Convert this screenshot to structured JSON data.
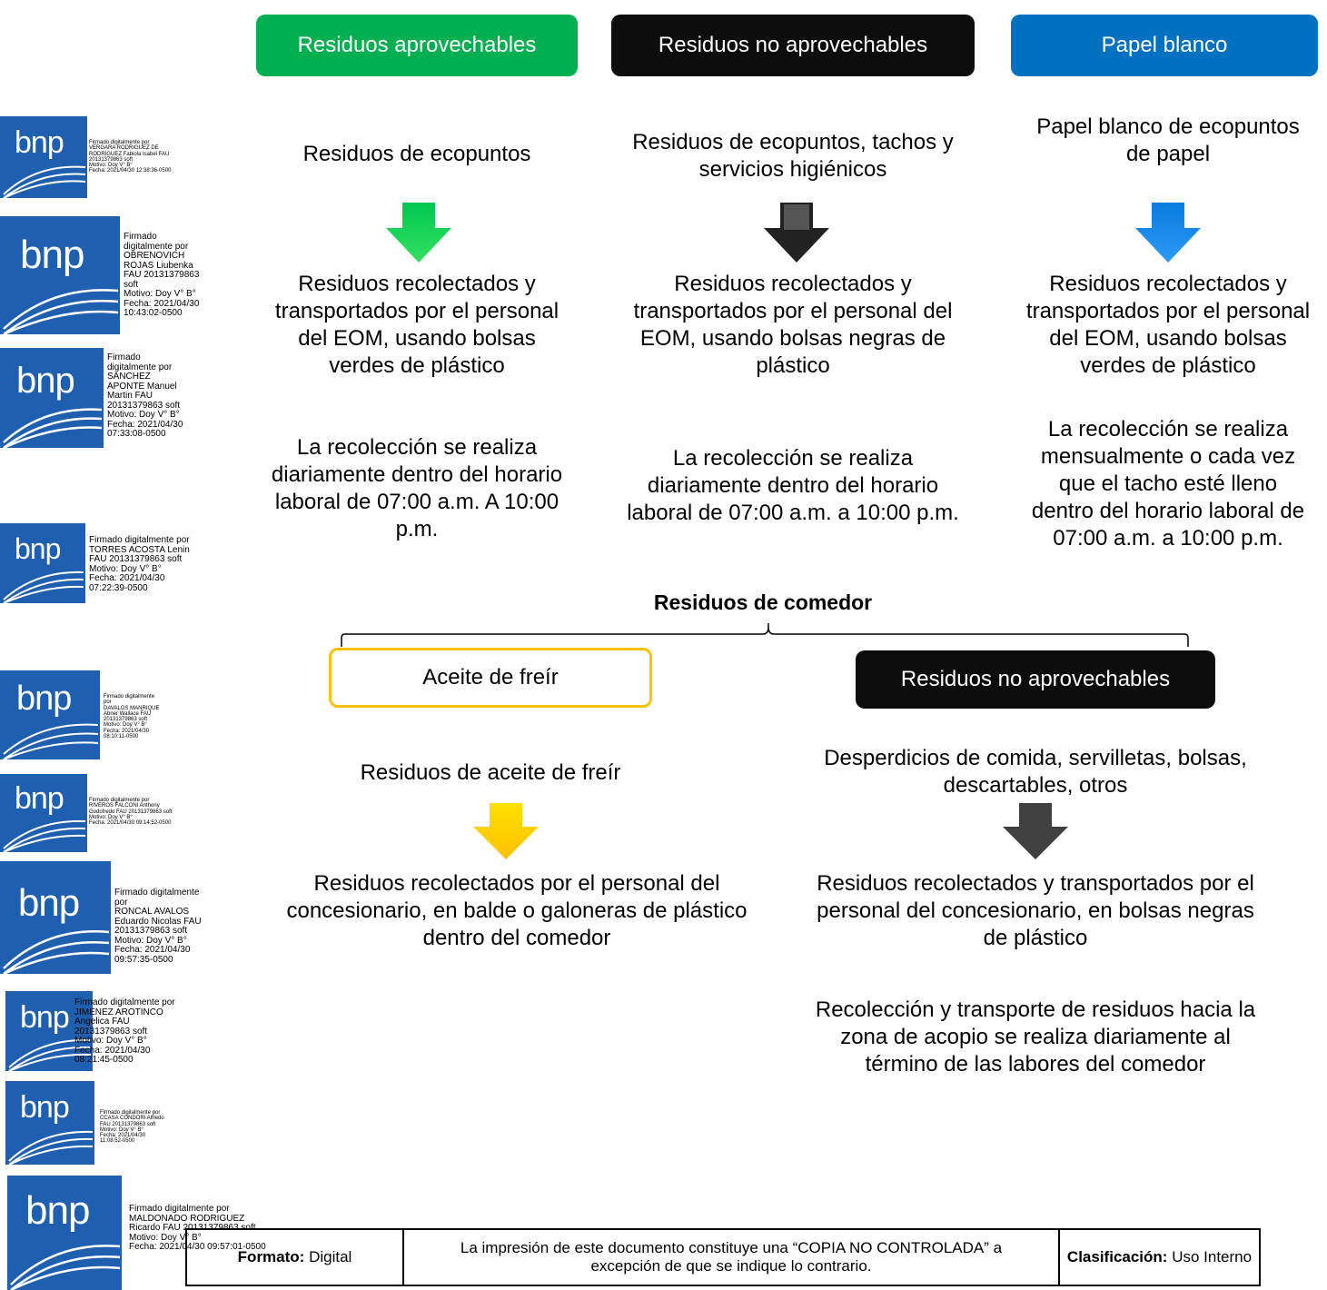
{
  "headers": {
    "green": "Residuos aprovechables",
    "black": "Residuos no aprovechables",
    "blue": "Papel blanco"
  },
  "col1": {
    "source": "Residuos de ecopuntos",
    "collection": "Residuos recolectados y\ntransportados por el personal\ndel EOM, usando bolsas\nverdes de plástico",
    "schedule": "La recolección se realiza\ndiariamente dentro del horario\nlaboral de 07:00 a.m. A 10:00\np.m."
  },
  "col2": {
    "source": "Residuos de ecopuntos, tachos y\nservicios higiénicos",
    "collection": "Residuos recolectados y\ntransportados por el personal del\nEOM, usando bolsas negras de\nplástico",
    "schedule": "La recolección se realiza\ndiariamente dentro del horario\nlaboral de 07:00 a.m. a 10:00 p.m."
  },
  "col3": {
    "source": "Papel blanco de ecopuntos\nde papel",
    "collection": "Residuos recolectados y\ntransportados por el personal\ndel EOM, usando bolsas\nverdes de plástico",
    "schedule": "La recolección se realiza\nmensualmente o cada vez\nque el tacho esté lleno\ndentro del horario laboral de\n07:00 a.m. a 10:00 p.m."
  },
  "comedor": {
    "title": "Residuos de comedor",
    "oil_label": "Aceite de freír",
    "nonrec_label": "Residuos no aprovechables",
    "oil_source": "Residuos de aceite de freír",
    "nonrec_source": "Desperdicios de comida, servilletas, bolsas,\ndescartables, otros",
    "oil_collection": "Residuos recolectados por el personal del\nconcesionario, en balde o galoneras de plástico\ndentro del comedor",
    "nonrec_collection": "Residuos recolectados y transportados por el\npersonal del concesionario, en bolsas negras\nde plástico",
    "nonrec_schedule": "Recolección y transporte de residuos hacia la\nzona de acopio se realiza diariamente al\ntérmino de las labores del comedor"
  },
  "signatures": [
    "Firmado digitalmente por\nVERGARA RODRIGUEZ DE\nRODRIGUEZ Fabiola Isabel FAU\n20131379863 soft\nMotivo: Doy V° B°\nFecha: 2021/04/30 12:38:36-0500",
    "Firmado\ndigitalmente por\nOBRENOVICH\nROJAS Liubenka\nFAU 20131379863\nsoft\nMotivo: Doy V° B°\nFecha: 2021/04/30\n10:43:02-0500",
    "Firmado\ndigitalmente por\nSANCHEZ\nAPONTE Manuel\nMartin FAU\n20131379863 soft\nMotivo: Doy V° B°\nFecha: 2021/04/30\n07:33:08-0500",
    "Firmado digitalmente por\nTORRES ACOSTA Lenin\nFAU 20131379863 soft\nMotivo: Doy V° B°\nFecha: 2021/04/30\n07:22:39-0500",
    "Firmado digitalmente\npor\nDAVALOS MANRIQUE\nAbner Wallace FAU\n20131379863 soft\nMotivo: Doy V° B°\nFecha: 2021/04/30\n08:10:11-0500",
    "Firmado digitalmente por\nRIVEROS FALCONI Anthony\nGodofredo FAU 20131379863 soft\nMotivo: Doy V° B°\nFecha: 2021/04/30 09:14:52-0500",
    "Firmado digitalmente\npor\nRONCAL AVALOS\nEduardo Nicolas FAU\n20131379863 soft\nMotivo: Doy V° B°\nFecha: 2021/04/30\n09:57:35-0500",
    "Firmado digitalmente por\nJIMENEZ AROTINCO\nAngelica FAU\n20131379863 soft\nMotivo: Doy V° B°\nFecha: 2021/04/30\n08:21:45-0500",
    "Firmado digitalmente por\nCCASA CONDORI Alfredo\nFAU 20131379863 soft\nMotivo: Doy V° B°\nFecha: 2021/04/30\n11:08:52-0500",
    "Firmado digitalmente por\nMALDONADO RODRIGUEZ\nRicardo FAU 20131379863 soft\nMotivo: Doy V° B°\nFecha: 2021/04/30 09:57:01-0500"
  ],
  "logo_text": "bnp",
  "footer": {
    "format_label": "Formato:",
    "format_value": " Digital",
    "notice": "La impresión de este documento constituye una “COPIA NO CONTROLADA” a excepción de que se indique lo contrario.",
    "class_label": "Clasificación:",
    "class_value": " Uso Interno"
  },
  "colors": {
    "green": "#00b050",
    "black": "#0d0d0d",
    "blue": "#0070c0",
    "yellow": "#ffc000",
    "logo_blue": "#1f5fb0"
  }
}
